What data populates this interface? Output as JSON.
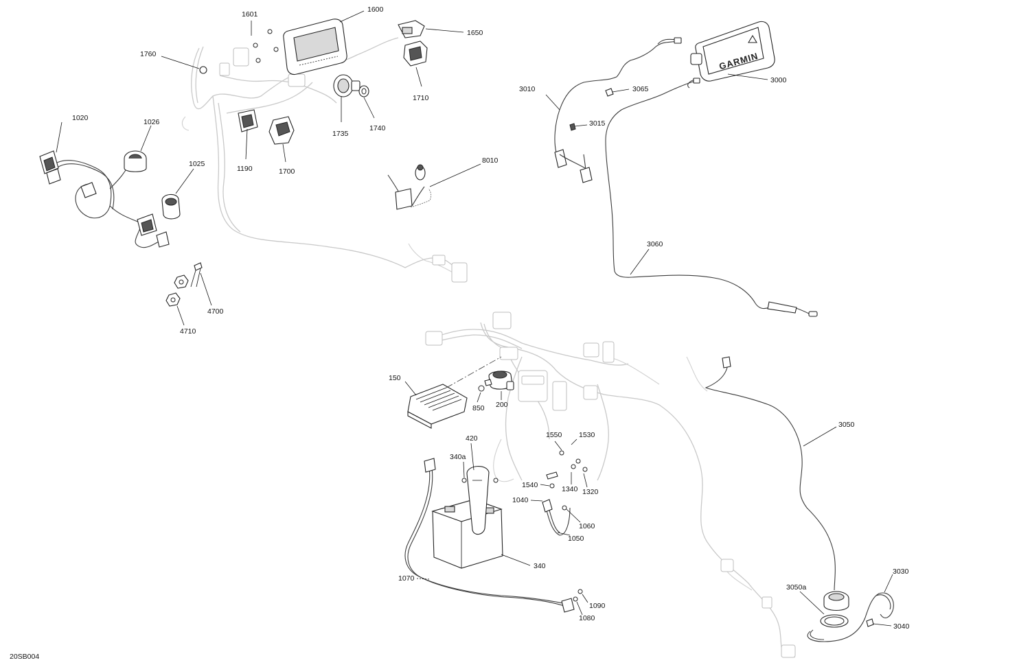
{
  "drawing_id": "20SB004",
  "callouts": [
    {
      "id": "1601",
      "text": "1601"
    },
    {
      "id": "1600",
      "text": "1600"
    },
    {
      "id": "1650",
      "text": "1650"
    },
    {
      "id": "1760",
      "text": "1760"
    },
    {
      "id": "1710",
      "text": "1710"
    },
    {
      "id": "1735",
      "text": "1735"
    },
    {
      "id": "1740",
      "text": "1740"
    },
    {
      "id": "1020",
      "text": "1020"
    },
    {
      "id": "1026",
      "text": "1026"
    },
    {
      "id": "1190",
      "text": "1190"
    },
    {
      "id": "1700",
      "text": "1700"
    },
    {
      "id": "1025",
      "text": "1025"
    },
    {
      "id": "8010",
      "text": "8010"
    },
    {
      "id": "4700",
      "text": "4700"
    },
    {
      "id": "4710",
      "text": "4710"
    },
    {
      "id": "3010",
      "text": "3010"
    },
    {
      "id": "3065",
      "text": "3065"
    },
    {
      "id": "3000",
      "text": "3000"
    },
    {
      "id": "3015",
      "text": "3015"
    },
    {
      "id": "3060",
      "text": "3060"
    },
    {
      "id": "150",
      "text": "150"
    },
    {
      "id": "850",
      "text": "850"
    },
    {
      "id": "200",
      "text": "200"
    },
    {
      "id": "420",
      "text": "420"
    },
    {
      "id": "340a",
      "text": "340a"
    },
    {
      "id": "1550",
      "text": "1550"
    },
    {
      "id": "1530",
      "text": "1530"
    },
    {
      "id": "1540",
      "text": "1540"
    },
    {
      "id": "1340",
      "text": "1340"
    },
    {
      "id": "1320",
      "text": "1320"
    },
    {
      "id": "1040",
      "text": "1040"
    },
    {
      "id": "1060",
      "text": "1060"
    },
    {
      "id": "1050",
      "text": "1050"
    },
    {
      "id": "340",
      "text": "340"
    },
    {
      "id": "1070",
      "text": "1070"
    },
    {
      "id": "1090",
      "text": "1090"
    },
    {
      "id": "1080",
      "text": "1080"
    },
    {
      "id": "3050",
      "text": "3050"
    },
    {
      "id": "3030",
      "text": "3030"
    },
    {
      "id": "3050a",
      "text": "3050a"
    },
    {
      "id": "3040",
      "text": "3040"
    }
  ],
  "brand_marks": {
    "gps_unit": "GARMIN"
  },
  "colors": {
    "ink": "#111111",
    "harness": "#c8c8c8",
    "background": "#ffffff"
  }
}
